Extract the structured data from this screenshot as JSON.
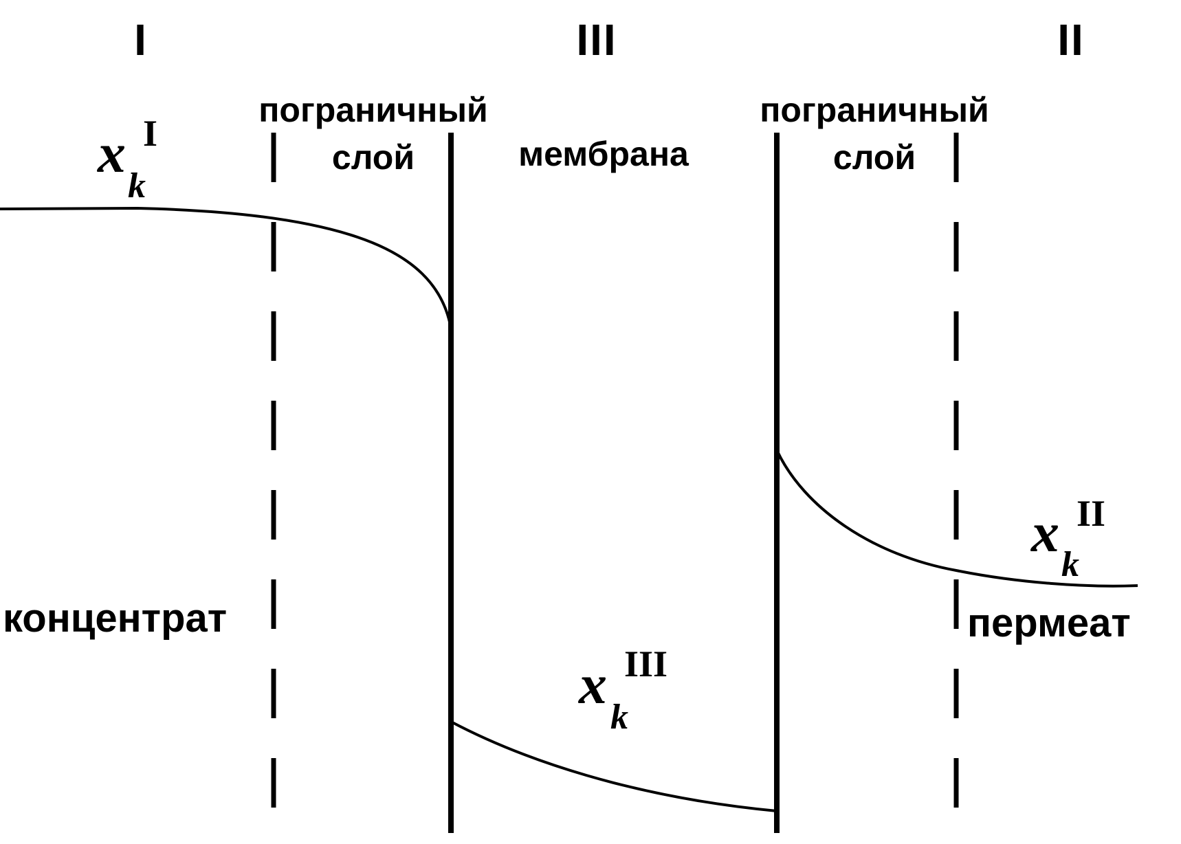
{
  "regions": {
    "concentrate_numeral": "I",
    "membrane_numeral": "III",
    "permeate_numeral": "II"
  },
  "labels": {
    "boundary_left_line1": "пограничный",
    "boundary_left_line2": "слой",
    "membrane": "мембрана",
    "boundary_right_line1": "пограничный",
    "boundary_right_line2": "слой",
    "concentrate": "концентрат",
    "permeate": "пермеат"
  },
  "concentrations": {
    "concentrate": {
      "symbol": "x",
      "subscript": "k",
      "superscript": "I"
    },
    "membrane": {
      "symbol": "x",
      "subscript": "k",
      "superscript": "III"
    },
    "permeate": {
      "symbol": "x",
      "subscript": "k",
      "superscript": "II"
    }
  },
  "colors": {
    "ink": "#000000",
    "background": "#ffffff"
  }
}
